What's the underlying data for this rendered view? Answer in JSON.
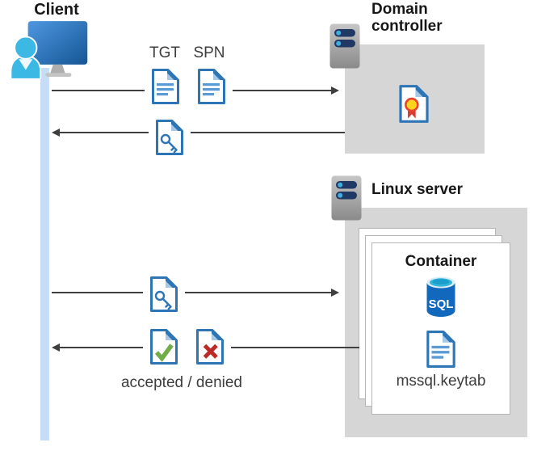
{
  "client": {
    "label": "Client",
    "icon": "client-workstation-icon"
  },
  "messages": {
    "tgt_label": "TGT",
    "spn_label": "SPN",
    "accepted_denied_caption": "accepted / denied"
  },
  "domain_controller": {
    "title": "Domain controller",
    "icon": "server-icon",
    "content_icon": "certificate-document-icon"
  },
  "linux_server": {
    "title": "Linux server",
    "icon": "server-icon",
    "container": {
      "title": "Container",
      "sql_icon_label": "SQL",
      "keytab_label": "mssql.keytab"
    }
  },
  "flows": [
    {
      "from": "client",
      "to": "domain-controller",
      "direction": "right",
      "icons": [
        "tgt-document-icon",
        "spn-document-icon"
      ]
    },
    {
      "from": "domain-controller",
      "to": "client",
      "direction": "left",
      "icons": [
        "key-document-icon"
      ]
    },
    {
      "from": "client",
      "to": "container",
      "direction": "right",
      "icons": [
        "key-document-icon"
      ]
    },
    {
      "from": "container",
      "to": "client",
      "direction": "left",
      "icons": [
        "accepted-document-icon",
        "denied-document-icon"
      ]
    }
  ],
  "colors": {
    "zone_gray": "#d6d6d6",
    "doc_blue": "#2e75b6",
    "doc_line_blue": "#5b9bd5",
    "lifeline_blue": "#c7dcf6",
    "arrow_gray": "#3f3f3f",
    "check_green": "#70ad47",
    "cross_red": "#bb2a26",
    "sql_body_blue": "#1168bd",
    "sql_top_cyan": "#35b4dc",
    "person_cyan": "#3bb8e4",
    "server_bar_navy": "#1f3864"
  }
}
